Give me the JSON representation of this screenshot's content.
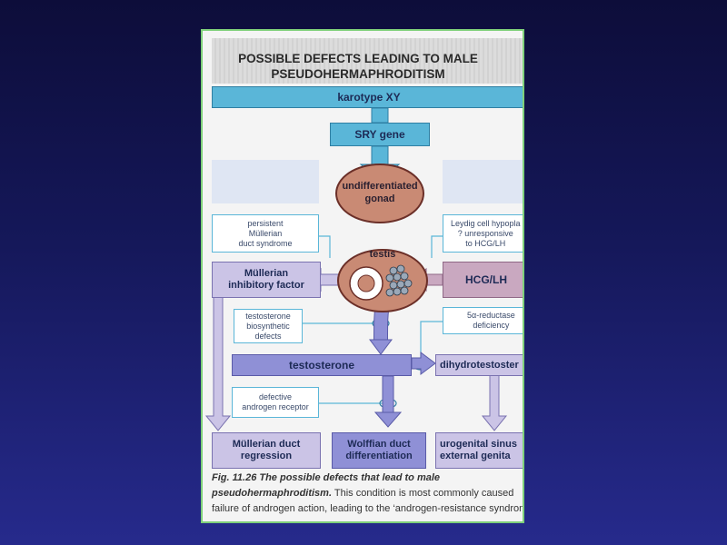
{
  "title_line1": "POSSIBLE DEFECTS LEADING TO MALE",
  "title_line2": "PSEUDOHERMAPHRODITISM",
  "nodes": {
    "karyotype": "karotype XY",
    "sry": "SRY gene",
    "undiff_line1": "undifferentiated",
    "undiff_line2": "gonad",
    "testis": "testis",
    "mif_line1": "Müllerian",
    "mif_line2": "inhibitory factor",
    "hcg": "HCG/LH",
    "testosterone": "testosterone",
    "dht": "dihydrotestoster",
    "mullerian_regression_line1": "Müllerian duct",
    "mullerian_regression_line2": "regression",
    "wolffian_line1": "Wolffian duct",
    "wolffian_line2": "differentiation",
    "urogenital_line1": "urogenital sinus",
    "urogenital_line2": "external genita"
  },
  "defects": {
    "pmds_line1": "persistent",
    "pmds_line2": "Müllerian",
    "pmds_line3": "duct syndrome",
    "leydig_line1": "Leydig cell hypopla",
    "leydig_line2": "? unresponsive",
    "leydig_line3": "to HCG/LH",
    "tbd_line1": "testosterone",
    "tbd_line2": "biosynthetic",
    "tbd_line3": "defects",
    "reductase_line1": "5α-reductase",
    "reductase_line2": "deficiency",
    "receptor_line1": "defective",
    "receptor_line2": "androgen receptor"
  },
  "caption": {
    "fig": "Fig. 11.26  The possible defects that lead to male",
    "fig_cont": "pseudohermaphroditism.",
    "text1": " This condition is most commonly caused",
    "text2": "failure of androgen action, leading to the ‘androgen-resistance syndron"
  }
}
